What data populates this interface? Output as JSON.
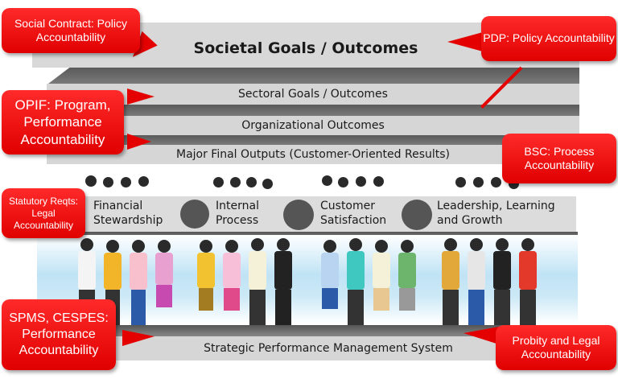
{
  "layers": {
    "societal": "Societal Goals / Outcomes",
    "sectoral": "Sectoral Goals / Outcomes",
    "organizational": "Organizational Outcomes",
    "major_outputs": "Major Final Outputs (Customer-Oriented Results)",
    "spms": "Strategic Performance Management System"
  },
  "perspectives": [
    {
      "label": "Financial Stewardship",
      "icon": "coins-icon"
    },
    {
      "label": "Internal Process",
      "icon": "gears-icon"
    },
    {
      "label": "Customer Satisfaction",
      "icon": "network-icon"
    },
    {
      "label": "Leadership, Learning and Growth",
      "icon": "training-icon"
    }
  ],
  "callouts": {
    "social_contract": "Social Contract: Policy Accountability",
    "pdp": "PDP: Policy Accountability",
    "opif": "OPIF: Program, Performance Accountability",
    "bsc": "BSC: Process Accountability",
    "statutory": "Statutory Reqts: Legal Accountability",
    "spms_cespes": "SPMS, CESPES: Performance Accountability",
    "probity": "Probity and Legal Accountability"
  },
  "colors": {
    "callout_red": "#ee0000",
    "layer_gray": "#d6d6d6",
    "bevel_dark": "#666666",
    "sky_blue": "#bfe3f5"
  }
}
